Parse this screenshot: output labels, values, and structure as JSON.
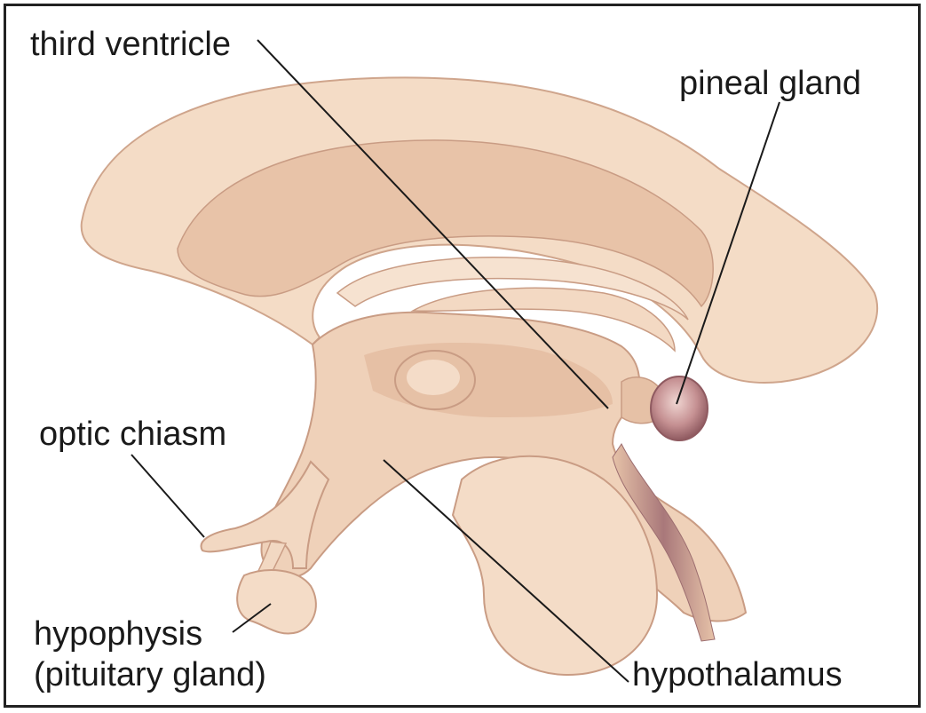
{
  "labels": {
    "third_ventricle": "third ventricle",
    "pineal_gland": "pineal gland",
    "optic_chiasm": "optic chiasm",
    "hypophysis_line1": "hypophysis",
    "hypophysis_line2": "(pituitary gland)",
    "hypothalamus": "hypothalamus"
  },
  "colors": {
    "tissue_light": "#f5dfcb",
    "tissue_mid": "#e9c6ad",
    "tissue_dark": "#d4a58c",
    "outline": "#c79c85",
    "pineal": "#b67f80",
    "leader_line": "#1a1a1a"
  }
}
